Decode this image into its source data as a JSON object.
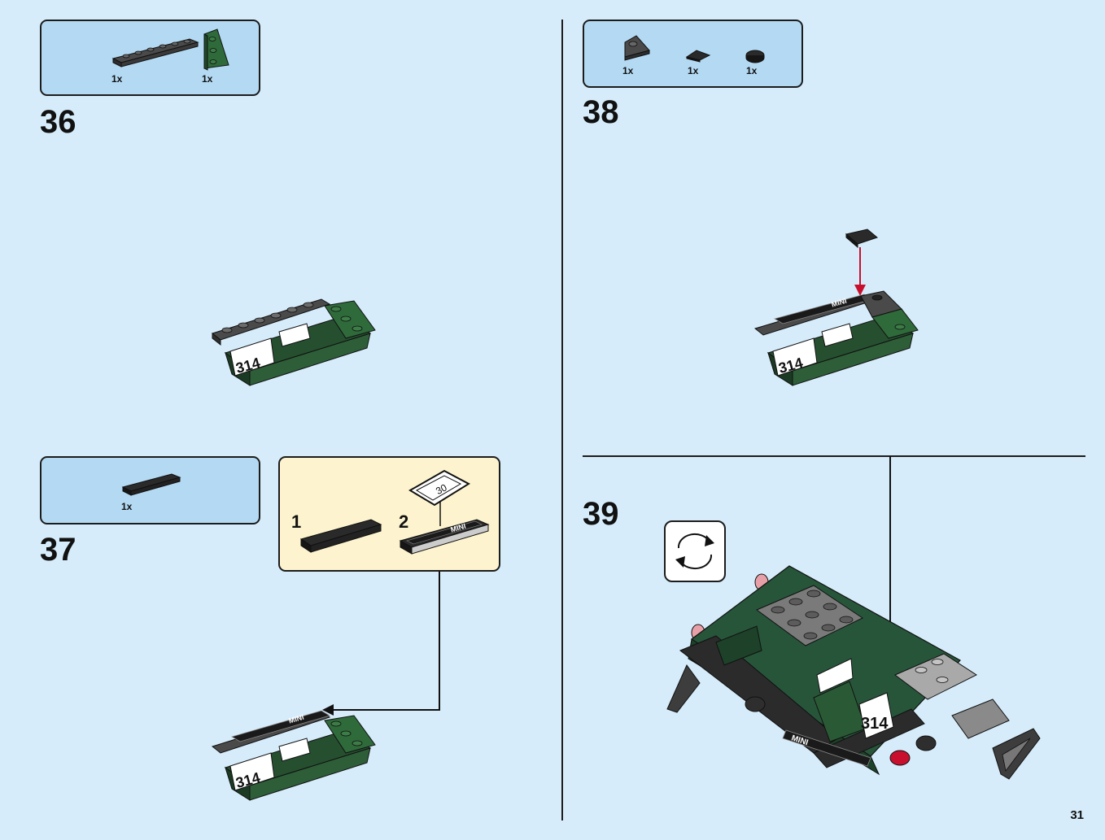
{
  "page": {
    "number": "31"
  },
  "colors": {
    "background": "#d6ecfa",
    "parts_box": "#b3d9f3",
    "subassembly_box": "#fdf4cf",
    "dark_green": "#2a5a35",
    "dark_gray": "#3d3d3d",
    "light_gray": "#9a9a9a",
    "arrow_red": "#c8102e"
  },
  "steps": [
    {
      "number": "36",
      "parts": [
        {
          "qty": "1x",
          "icon": "dark-gray-plate-1x6"
        },
        {
          "qty": "1x",
          "icon": "green-wedge-plate"
        }
      ]
    },
    {
      "number": "37",
      "parts": [
        {
          "qty": "1x",
          "icon": "black-tile-1x4"
        }
      ],
      "subassembly": {
        "steps": [
          {
            "number": "1"
          },
          {
            "number": "2",
            "sticker": "30"
          }
        ]
      }
    },
    {
      "number": "38",
      "parts": [
        {
          "qty": "1x",
          "icon": "dark-gray-wedge-plate"
        },
        {
          "qty": "1x",
          "icon": "black-wedge-tile"
        },
        {
          "qty": "1x",
          "icon": "black-round-tile"
        }
      ]
    },
    {
      "number": "39",
      "rotate": "rotate-model-icon"
    }
  ],
  "model": {
    "race_number": "314",
    "brand_sticker": "MINI"
  }
}
